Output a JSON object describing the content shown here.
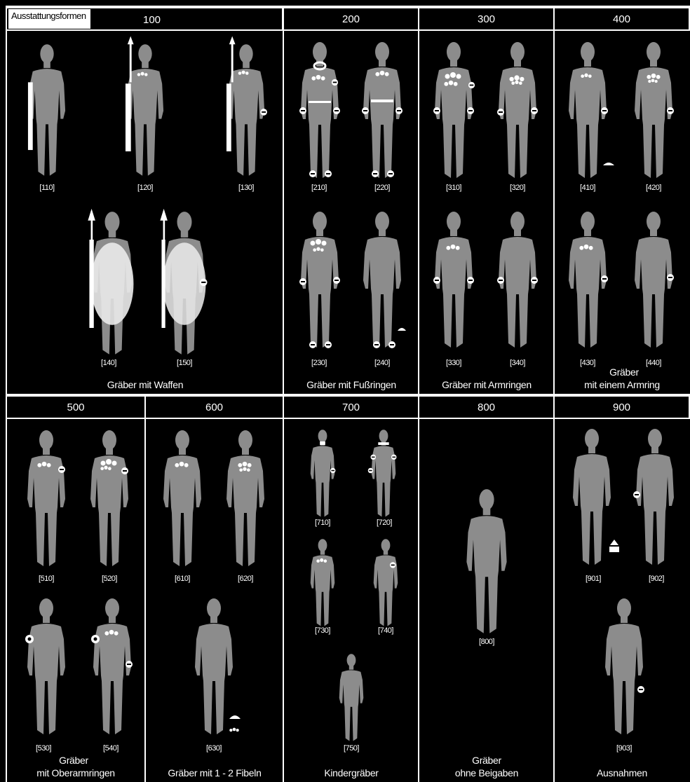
{
  "header_corner": "Ausstattungsformen",
  "group_numbers": {
    "g100": "100",
    "g200": "200",
    "g300": "300",
    "g400": "400",
    "g500": "500",
    "g600": "600",
    "g700": "700",
    "g800": "800",
    "g900": "900"
  },
  "labels": {
    "l110": "[110]",
    "l120": "[120]",
    "l130": "[130]",
    "l140": "[140]",
    "l150": "[150]",
    "l210": "[210]",
    "l220": "[220]",
    "l230": "[230]",
    "l240": "[240]",
    "l310": "[310]",
    "l320": "[320]",
    "l330": "[330]",
    "l340": "[340]",
    "l410": "[410]",
    "l420": "[420]",
    "l430": "[430]",
    "l440": "[440]",
    "l510": "[510]",
    "l520": "[520]",
    "l530": "[530]",
    "l540": "[540]",
    "l610": "[610]",
    "l620": "[620]",
    "l630": "[630]",
    "l710": "[710]",
    "l720": "[720]",
    "l730": "[730]",
    "l740": "[740]",
    "l750": "[750]",
    "l800": "[800]",
    "l901": "[901]",
    "l902": "[902]",
    "l903": "[903]"
  },
  "captions": {
    "c100": "Gräber mit Waffen",
    "c200": "Gräber mit Fußringen",
    "c300": "Gräber mit Armringen",
    "c400a": "Gräber",
    "c400b": "mit einem Armring",
    "c500a": "Gräber",
    "c500b": "mit Oberarmringen",
    "c600": "Gräber mit 1 - 2 Fibeln",
    "c700": "Kindergräber",
    "c800a": "Gräber",
    "c800b": "ohne Beigaben",
    "c900": "Ausnahmen"
  }
}
